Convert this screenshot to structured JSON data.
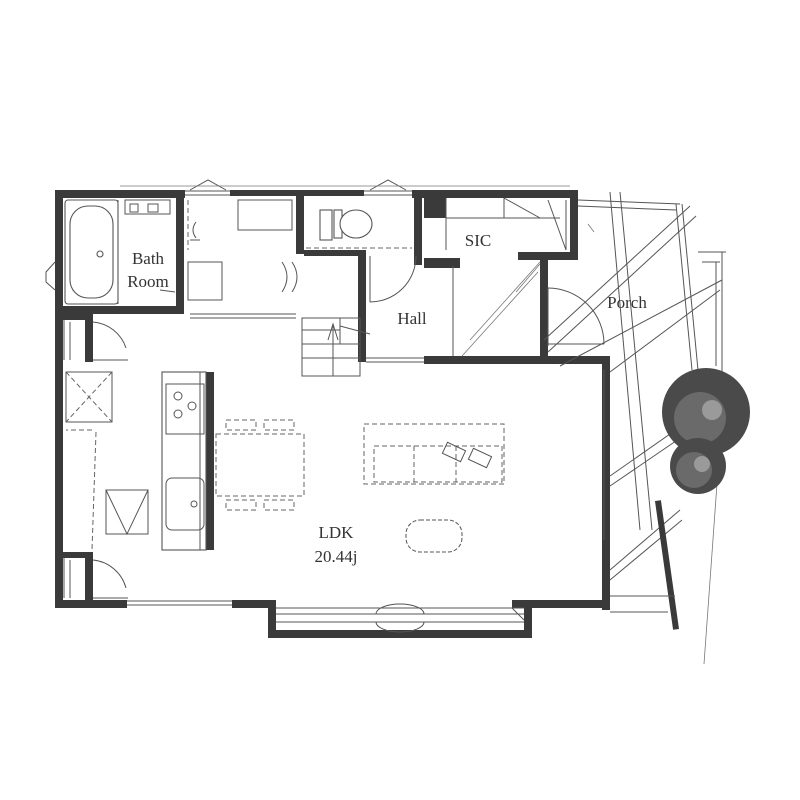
{
  "plan": {
    "rooms": [
      {
        "id": "bath",
        "lines": [
          "Bath",
          "Room"
        ]
      },
      {
        "id": "sic",
        "lines": [
          "SIC"
        ]
      },
      {
        "id": "hall",
        "lines": [
          "Hall"
        ]
      },
      {
        "id": "porch",
        "lines": [
          "Porch"
        ]
      },
      {
        "id": "ldk",
        "lines": [
          "LDK",
          "20.44j"
        ]
      }
    ]
  }
}
